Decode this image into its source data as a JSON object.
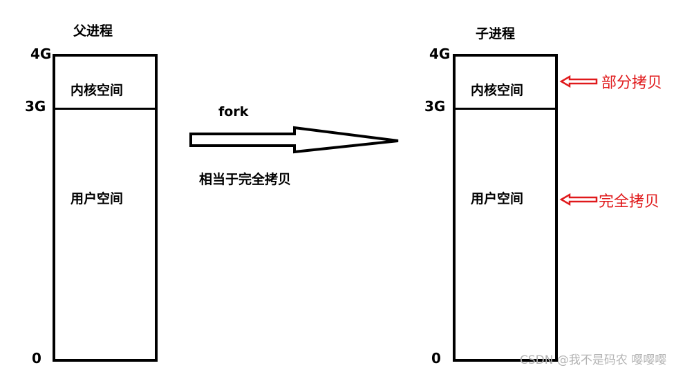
{
  "parent": {
    "title": "父进程",
    "ticks": {
      "top": "4G",
      "mid": "3G",
      "bottom": "0"
    },
    "kernel_label": "内核空间",
    "user_label": "用户空间"
  },
  "child": {
    "title": "子进程",
    "ticks": {
      "top": "4G",
      "mid": "3G",
      "bottom": "0"
    },
    "kernel_label": "内核空间",
    "user_label": "用户空间"
  },
  "fork": {
    "label": "fork",
    "caption": "相当于完全拷贝"
  },
  "annotations": {
    "kernel_note": "部分拷贝",
    "user_note": "完全拷贝",
    "color": "#e0191b"
  },
  "watermark": "CSDN @我不是码农 嘤嘤嘤"
}
